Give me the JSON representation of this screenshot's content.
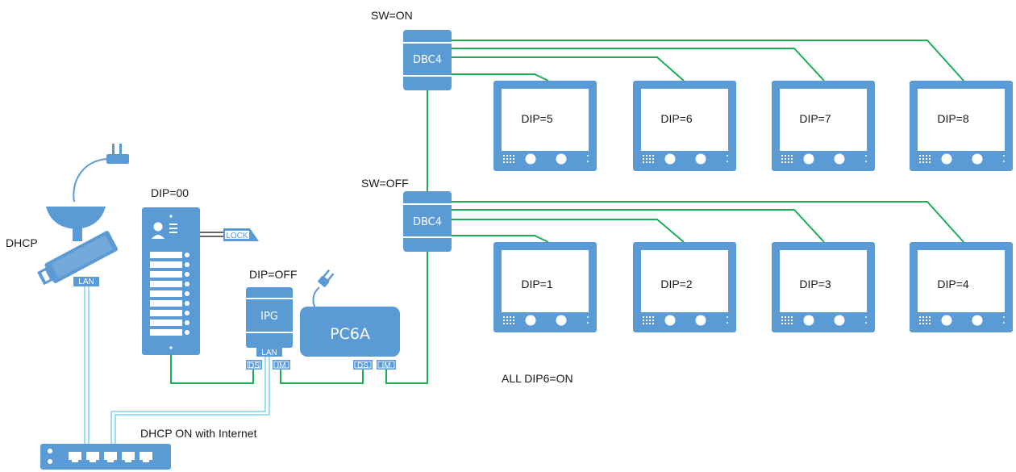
{
  "labels": {
    "sw_on": "SW=ON",
    "sw_off": "SW=OFF",
    "dip00": "DIP=00",
    "dip_off": "DIP=OFF",
    "dhcp": "DHCP",
    "dhcp_internet": "DHCP ON with Internet",
    "all_dip6": "ALL DIP6=ON"
  },
  "devices": {
    "dbc4": "DBC4",
    "ipg": "IPG",
    "pc6a": "PC6A",
    "lock": "LOCK",
    "lan": "LAN",
    "ds": "DS",
    "im": "IM"
  },
  "monitors": {
    "top": [
      "DIP=5",
      "DIP=6",
      "DIP=7",
      "DIP=8"
    ],
    "bottom": [
      "DIP=1",
      "DIP=2",
      "DIP=3",
      "DIP=4"
    ]
  },
  "colors": {
    "device": "#5b9bd5",
    "bus_wire": "#1aae56",
    "lan_cable": "#7fd0f0"
  },
  "icons": [
    "ip-camera-icon",
    "power-plug-icon",
    "network-switch-icon",
    "door-panel-icon",
    "lock-icon",
    "video-monitor-icon"
  ]
}
